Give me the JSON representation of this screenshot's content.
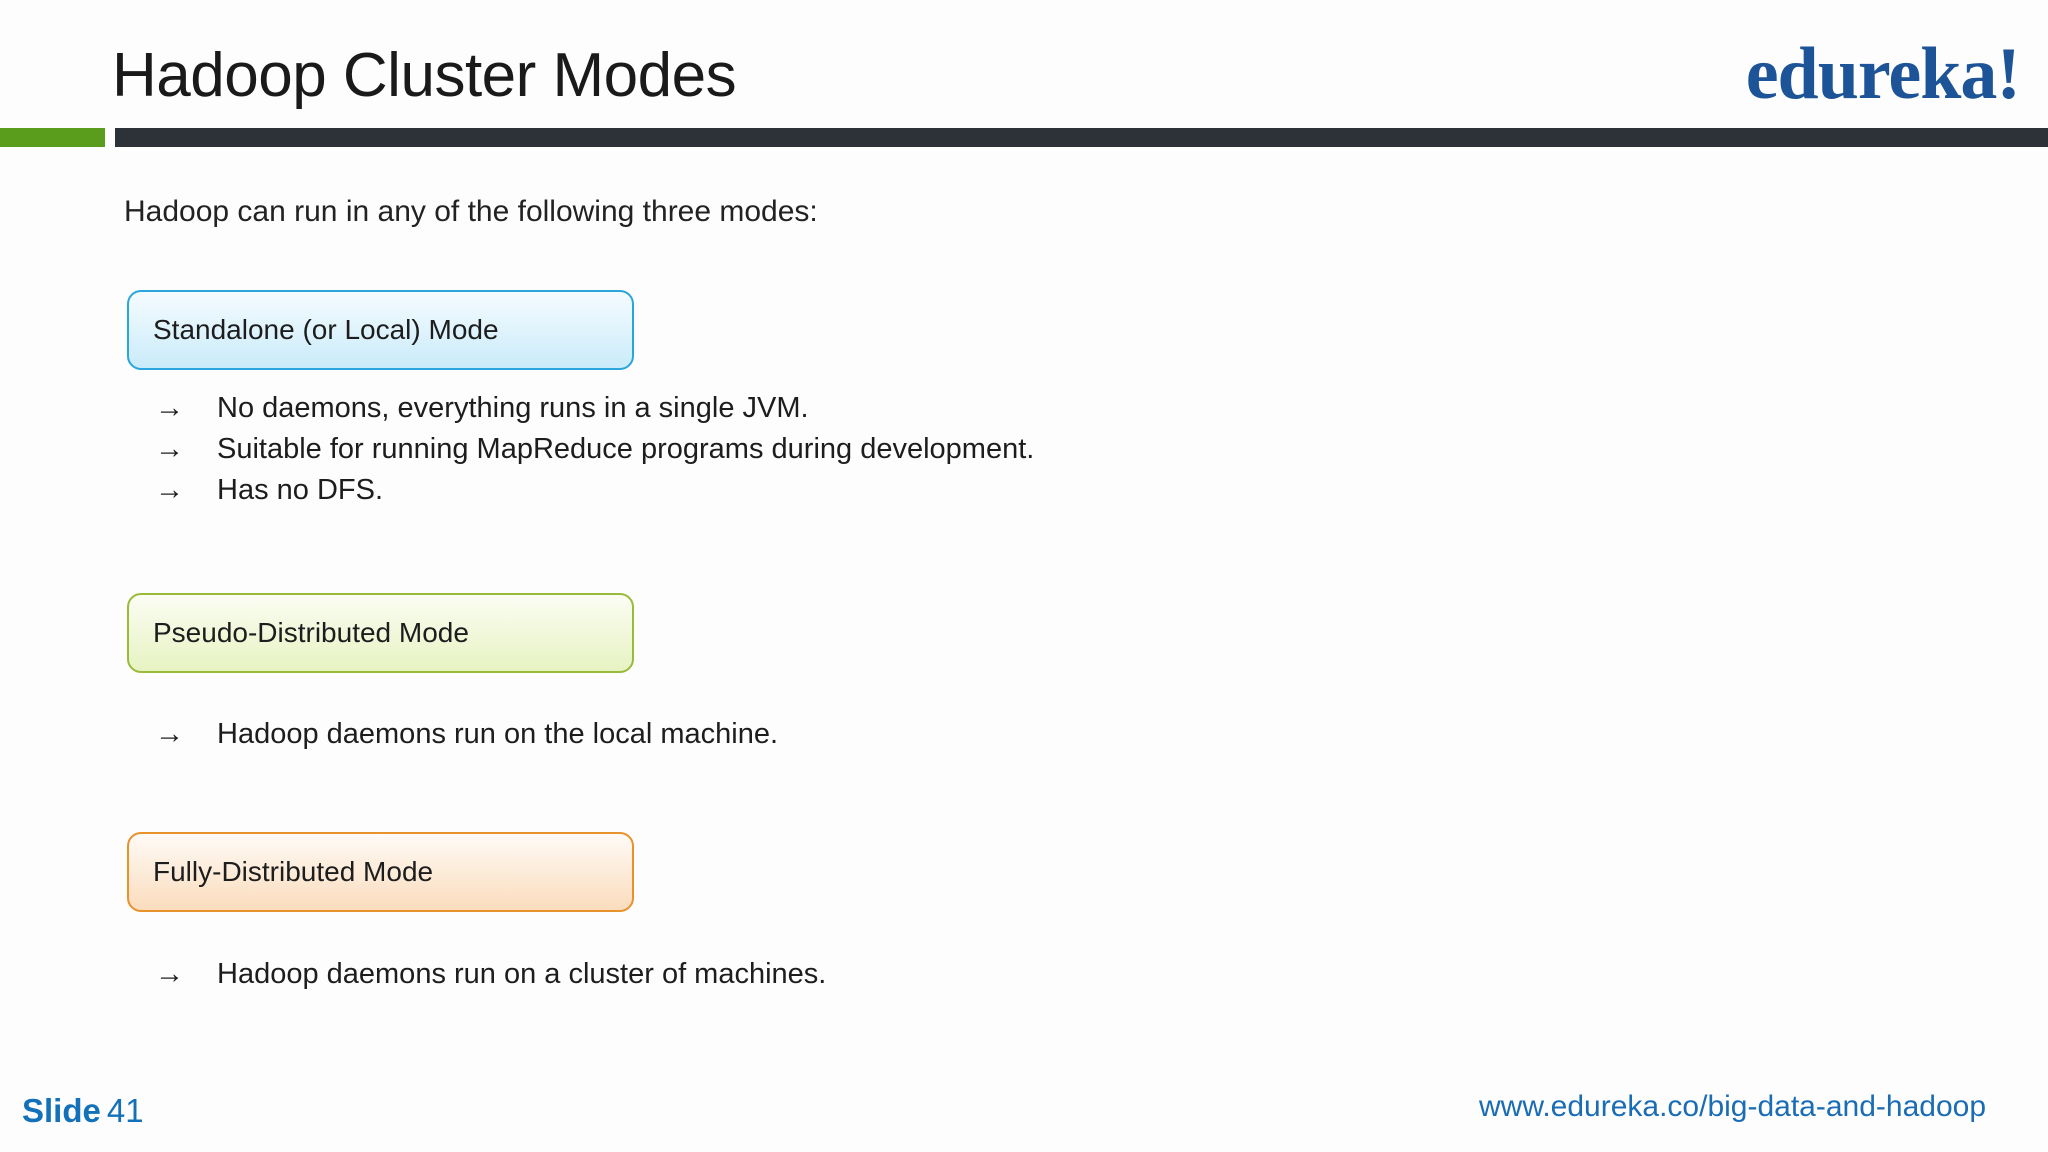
{
  "header": {
    "title": "Hadoop Cluster Modes",
    "logo": "edureka!",
    "accent_green": "#5a9c1c",
    "accent_dark": "#2c3238",
    "brand_blue": "#1d5397"
  },
  "body": {
    "intro": "Hadoop can run in any of the following three modes:",
    "arrow_glyph": "→",
    "modes": [
      {
        "label": "Standalone (or Local) Mode",
        "color": "#2ba6dd",
        "bullets": [
          "No daemons, everything runs in a single JVM.",
          "Suitable for running MapReduce programs during development.",
          "Has no DFS."
        ]
      },
      {
        "label": "Pseudo-Distributed Mode",
        "color": "#9aba3c",
        "bullets": [
          "Hadoop daemons run on the local machine."
        ]
      },
      {
        "label": "Fully-Distributed Mode",
        "color": "#e8922c",
        "bullets": [
          "Hadoop daemons run on a cluster of machines."
        ]
      }
    ]
  },
  "footer": {
    "slide_label": "Slide",
    "slide_number": "41",
    "url": "www.edureka.co/big-data-and-hadoop",
    "link_color": "#1a6cb5"
  }
}
